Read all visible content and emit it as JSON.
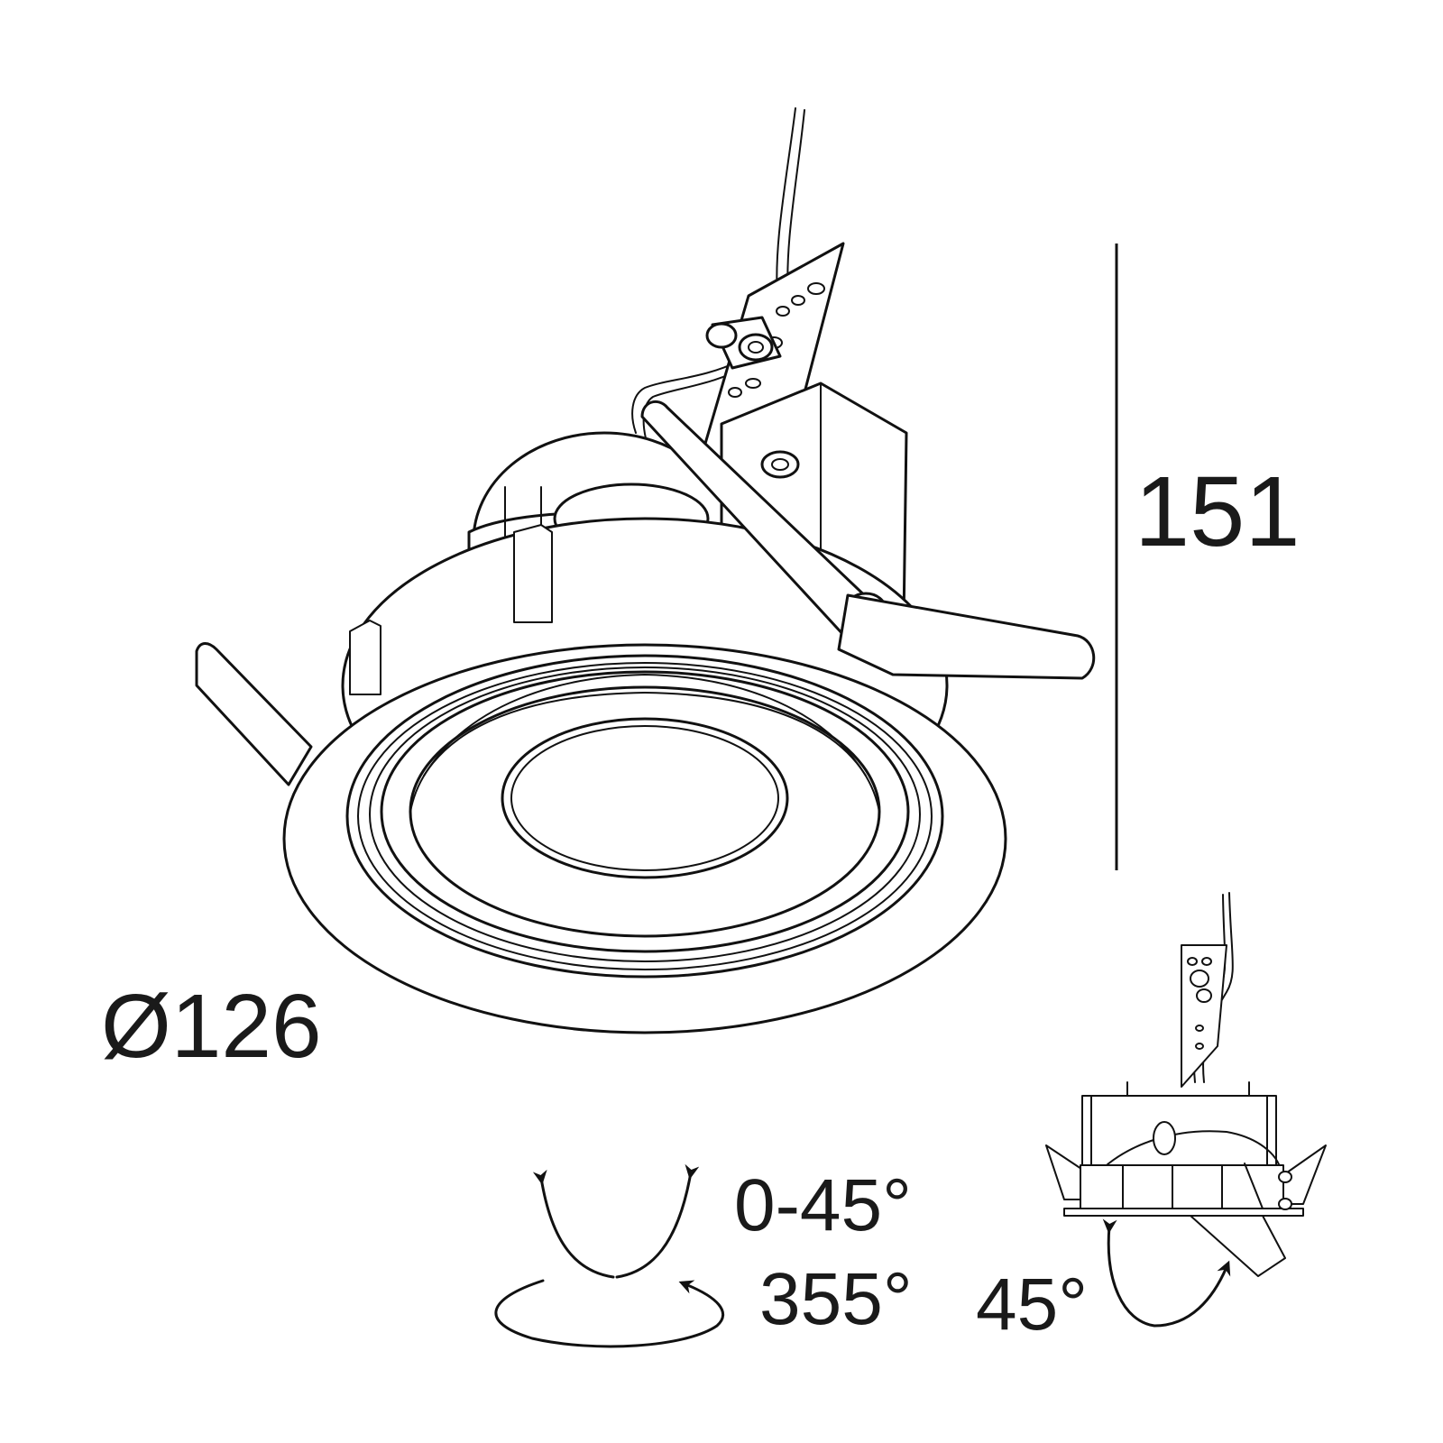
{
  "dimensions": {
    "height_label": "151",
    "diameter_label": "Ø126"
  },
  "rotation": {
    "tilt_label": "0-45°",
    "rotate_label": "355°"
  },
  "side_view": {
    "tilt_label": "45°"
  },
  "colors": {
    "stroke": "#111111",
    "background": "#ffffff"
  }
}
